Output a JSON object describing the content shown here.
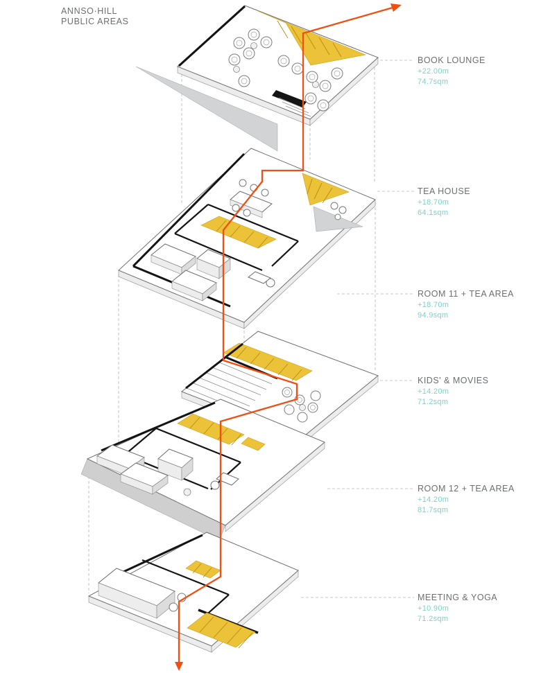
{
  "title": {
    "line1": "ANNSO·HILL",
    "line2": "PUBLIC AREAS"
  },
  "labels": [
    {
      "name": "BOOK LOUNGE",
      "elevation": "+22.00m",
      "area": "74.7sqm"
    },
    {
      "name": "TEA HOUSE",
      "elevation": "+18.70m",
      "area": "64.1sqm"
    },
    {
      "name": "ROOM 11 + TEA  AREA",
      "elevation": "+18.70m",
      "area": "94.9sqm"
    },
    {
      "name": "KIDS' & MOVIES",
      "elevation": "+14.20m",
      "area": "71.2sqm"
    },
    {
      "name": "ROOM 12 + TEA AREA",
      "elevation": "+14.20m",
      "area": "81.7sqm"
    },
    {
      "name": "MEETING & YOGA",
      "elevation": "+10.90m",
      "area": "71.2sqm"
    }
  ],
  "colors": {
    "accent_orange": "#f24e13",
    "highlight_gold": "#ecc238",
    "value_teal": "#7fd0c8",
    "label_gray": "#6d6e71"
  }
}
